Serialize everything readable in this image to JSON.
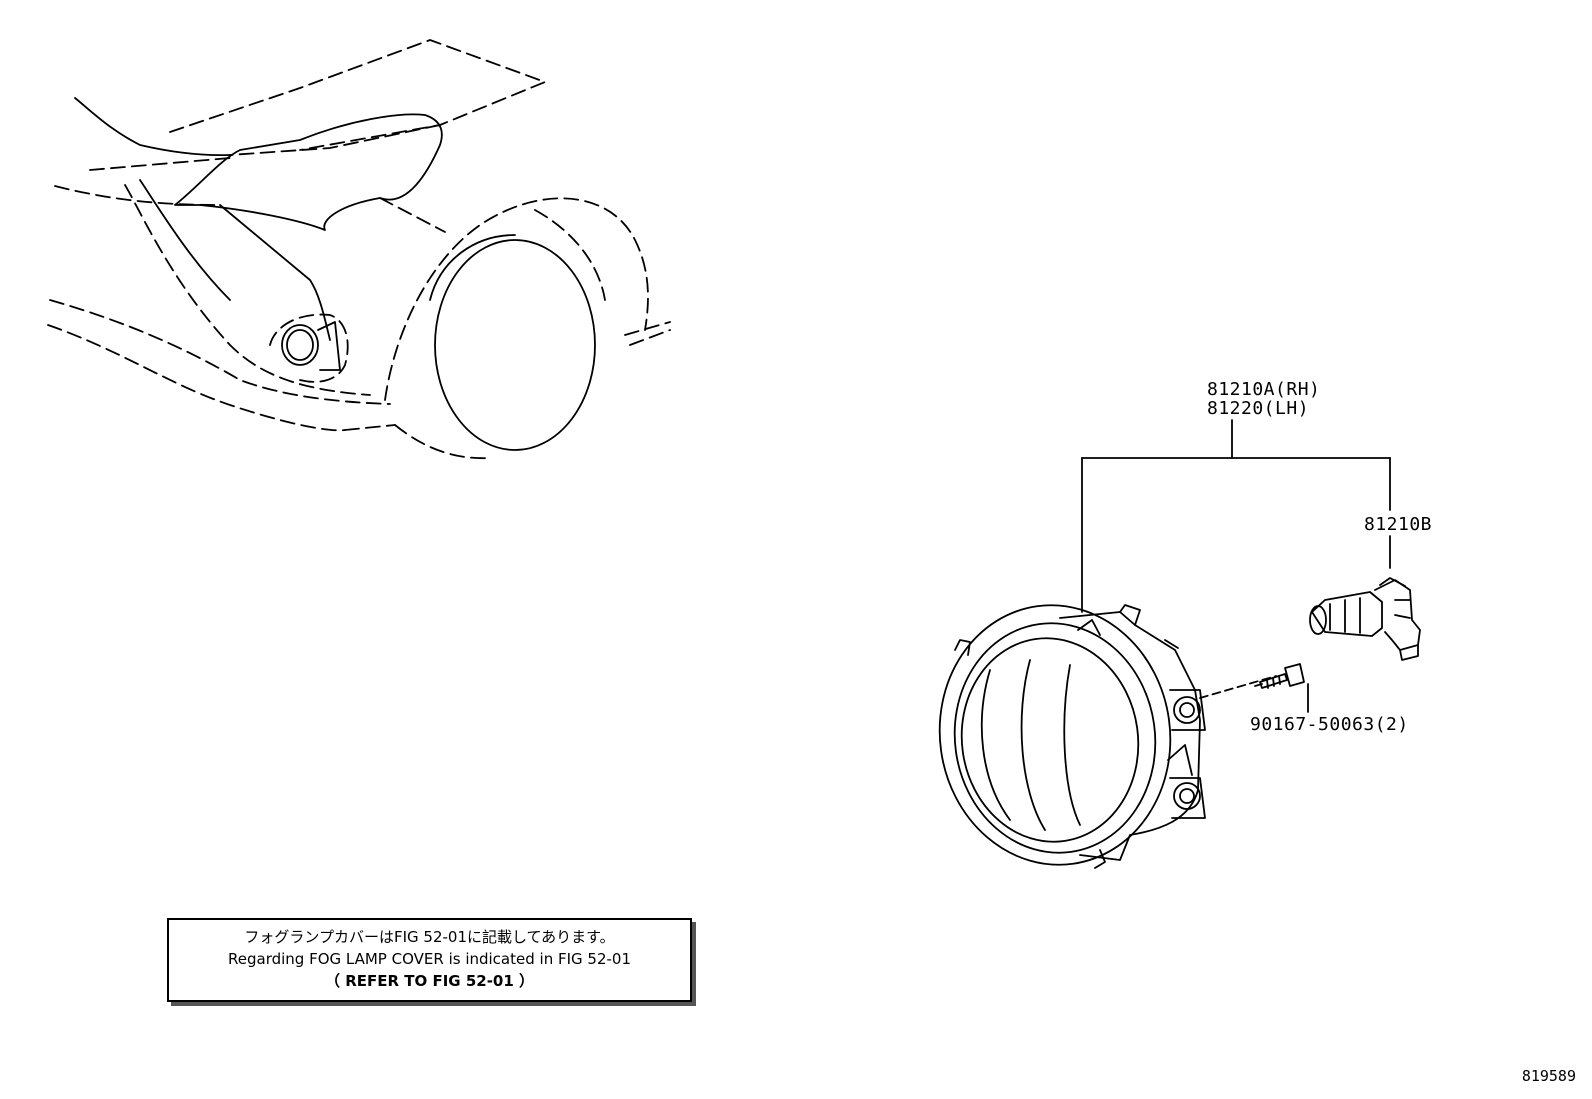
{
  "callouts": {
    "fog_lamp_rh": "81210A(RH)",
    "fog_lamp_lh": "81220(LH)",
    "bulb": "81210B",
    "screw": "90167-50063(2)"
  },
  "note": {
    "japanese": "フォグランプカバーはFIG 52-01に記載してあります。",
    "english": "Regarding FOG LAMP COVER is indicated in FIG 52-01",
    "refer": "（ REFER TO FIG 52-01 ）"
  },
  "figure_number": "819589"
}
